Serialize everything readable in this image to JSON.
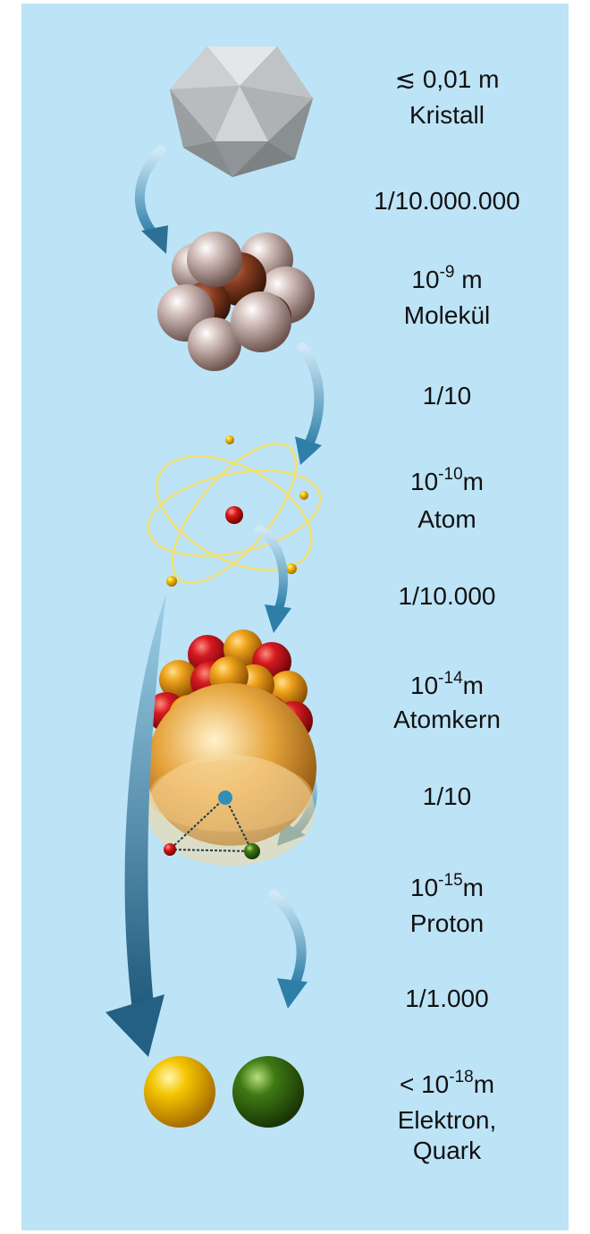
{
  "levels": [
    {
      "size": "≲ 0,01 m",
      "name": "Kristall"
    },
    {
      "size_base": "10",
      "size_exp": "-9",
      "size_unit": "m",
      "name": "Molekül"
    },
    {
      "size_base": "10",
      "size_exp": "-10",
      "size_unit": "m",
      "name": "Atom"
    },
    {
      "size_base": "10",
      "size_exp": "-14",
      "size_unit": "m",
      "name": "Atomkern"
    },
    {
      "size_base": "10",
      "size_exp": "-15",
      "size_unit": "m",
      "name": "Proton"
    },
    {
      "size_prefix": "<",
      "size_base": "10",
      "size_exp": "-18",
      "size_unit": "m",
      "name": "Elektron,",
      "name2": "Quark"
    }
  ],
  "ratios": [
    "1/10.000.000",
    "1/10",
    "1/10.000",
    "1/10",
    "1/1.000"
  ],
  "colors": {
    "background": "#bde3f6",
    "arrow": "#2e7fa8",
    "electron": "#f2c200",
    "quark": "#3f7a14",
    "proton_red": "#c8101e",
    "neutron_orange": "#e8960c"
  }
}
